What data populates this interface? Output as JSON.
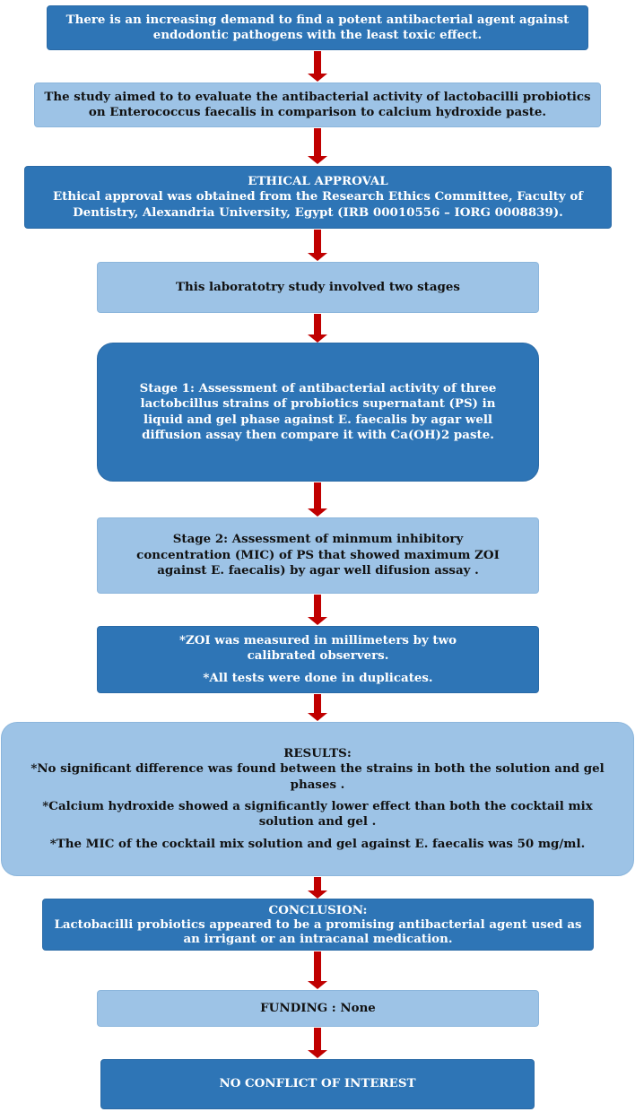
{
  "boxes": {
    "demand": "There is an increasing demand to find a potent antibacterial agent against endodontic pathogens with the least toxic effect.",
    "aim": "The study aimed to to evaluate the antibacterial activity of lactobacilli probiotics on Enterococcus faecalis  in comparison to calcium hydroxide paste.",
    "ethics": {
      "heading": "ETHICAL APPROVAL",
      "text": "Ethical approval was obtained from the Research Ethics Committee, Faculty of Dentistry, Alexandria University, Egypt (IRB 00010556 – IORG 0008839)."
    },
    "stages_intro": "This laboratotry study involved two stages",
    "stage1": "Stage 1: Assessment of antibacterial activity of  three lactobcillus strains of probiotics supernatant (PS) in liquid and gel phase against E. faecalis by agar well  diffusion assay then compare it with Ca(OH)2 paste.",
    "stage2": "Stage 2: Assessment of minmum inhibitory concentration (MIC) of PS that showed maximum ZOI against E. faecalis) by agar well difusion assay .",
    "measurement": {
      "line1": "*ZOI was measured in millimeters by two calibrated observers.",
      "line2": "*All tests were done in duplicates."
    },
    "results": {
      "heading": "RESULTS:",
      "line1": "*No significant difference was found between the strains in both the solution and gel phases .",
      "line2": "*Calcium hydroxide showed a significantly lower effect than both the cocktail mix solution and gel .",
      "line3": "*The MIC of the cocktail mix solution and gel against E. faecalis was 50 mg/ml."
    },
    "conclusion": {
      "heading": "CONCLUSION:",
      "text": "Lactobacilli probiotics appeared to be a promising antibacterial agent used as an irrigant or an intracanal medication."
    },
    "funding": "FUNDING : None",
    "conflict": "NO CONFLICT OF INTEREST"
  },
  "colors": {
    "dark_box": "#2e75b6",
    "light_box": "#9dc3e6",
    "arrow": "#c00000"
  }
}
